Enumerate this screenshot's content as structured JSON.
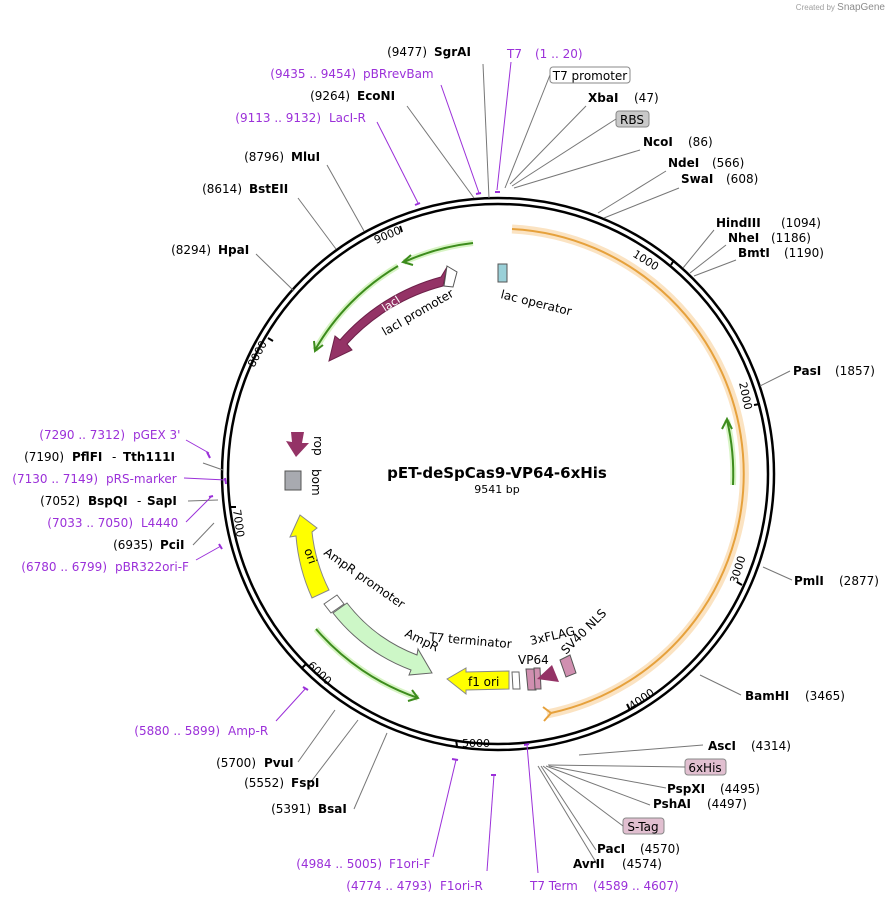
{
  "credit": {
    "prefix": "Created by",
    "brand": "SnapGene"
  },
  "plasmid": {
    "name": "pET-deSpCas9-VP64-6xHis",
    "length_label": "9541 bp",
    "length": 9541
  },
  "colors": {
    "enzyme": "#000000",
    "primer": "#9b30d9",
    "dark_feature": "#943366",
    "cas9_arrow": "#e6a13c",
    "cas9_band": "#fbe3c2",
    "ampr": "#cdf7c7",
    "ori_yellow": "#ffff00",
    "green_arrow": "#3d8c1d",
    "green_glow": "#d7f4c4"
  },
  "ticks": [
    "1000",
    "2000",
    "3000",
    "4000",
    "5000",
    "6000",
    "7000",
    "8000",
    "9000"
  ],
  "enzymes": [
    {
      "name": "SgrAI",
      "pos": "(9477)"
    },
    {
      "name": "EcoNI",
      "pos": "(9264)"
    },
    {
      "name": "MluI",
      "pos": "(8796)"
    },
    {
      "name": "BstEII",
      "pos": "(8614)"
    },
    {
      "name": "HpaI",
      "pos": "(8294)"
    },
    {
      "name": "XbaI",
      "pos": "(47)"
    },
    {
      "name": "NcoI",
      "pos": "(86)"
    },
    {
      "name": "NdeI",
      "pos": "(566)"
    },
    {
      "name": "SwaI",
      "pos": "(608)"
    },
    {
      "name": "HindIII",
      "pos": "(1094)"
    },
    {
      "name": "NheI",
      "pos": "(1186)"
    },
    {
      "name": "BmtI",
      "pos": "(1190)"
    },
    {
      "name": "PasI",
      "pos": "(1857)"
    },
    {
      "name": "PmlI",
      "pos": "(2877)"
    },
    {
      "name": "BamHI",
      "pos": "(3465)"
    },
    {
      "name": "AscI",
      "pos": "(4314)"
    },
    {
      "name": "PspXI",
      "pos": "(4495)"
    },
    {
      "name": "PshAI",
      "pos": "(4497)"
    },
    {
      "name": "PacI",
      "pos": "(4570)"
    },
    {
      "name": "AvrII",
      "pos": "(4574)"
    },
    {
      "name": "PvuI",
      "pos": "(5700)"
    },
    {
      "name": "FspI",
      "pos": "(5552)"
    },
    {
      "name": "BsaI",
      "pos": "(5391)"
    },
    {
      "name": "PciI",
      "pos": "(6935)"
    },
    {
      "name": "PflFI",
      "pos": "(7190)",
      "sep": "-",
      "name2": "Tth111I"
    },
    {
      "name": "BspQI",
      "pos": "(7052)",
      "sep": "-",
      "name2": "SapI"
    }
  ],
  "primers": [
    {
      "name": "T7",
      "range": "(1 .. 20)"
    },
    {
      "name": "pBRrevBam",
      "range": "(9435 .. 9454)"
    },
    {
      "name": "LacI-R",
      "range": "(9113 .. 9132)"
    },
    {
      "name": "pGEX 3'",
      "range": "(7290 .. 7312)"
    },
    {
      "name": "pRS-marker",
      "range": "(7130 .. 7149)"
    },
    {
      "name": "L4440",
      "range": "(7033 .. 7050)"
    },
    {
      "name": "pBR322ori-F",
      "range": "(6780 .. 6799)"
    },
    {
      "name": "Amp-R",
      "range": "(5880 .. 5899)"
    },
    {
      "name": "F1ori-F",
      "range": "(4984 .. 5005)"
    },
    {
      "name": "F1ori-R",
      "range": "(4774 .. 4793)"
    },
    {
      "name": "T7 Term",
      "range": "(4589 .. 4607)"
    }
  ],
  "boxed_labels": {
    "t7_promoter": "T7 promoter",
    "rbs": "RBS",
    "his": "6xHis",
    "stag": "S-Tag"
  },
  "features": {
    "laci": "lacI",
    "laci_promoter": "lacI promoter",
    "lac_operator": "lac operator",
    "rop": "rop",
    "bom": "bom",
    "ori": "ori",
    "ampr_promoter": "AmpR promoter",
    "ampr": "AmpR",
    "t7_terminator": "T7 terminator",
    "f1_ori": "f1 ori",
    "vp64": "VP64",
    "flag": "3xFLAG",
    "sv40": "SV40 NLS"
  }
}
